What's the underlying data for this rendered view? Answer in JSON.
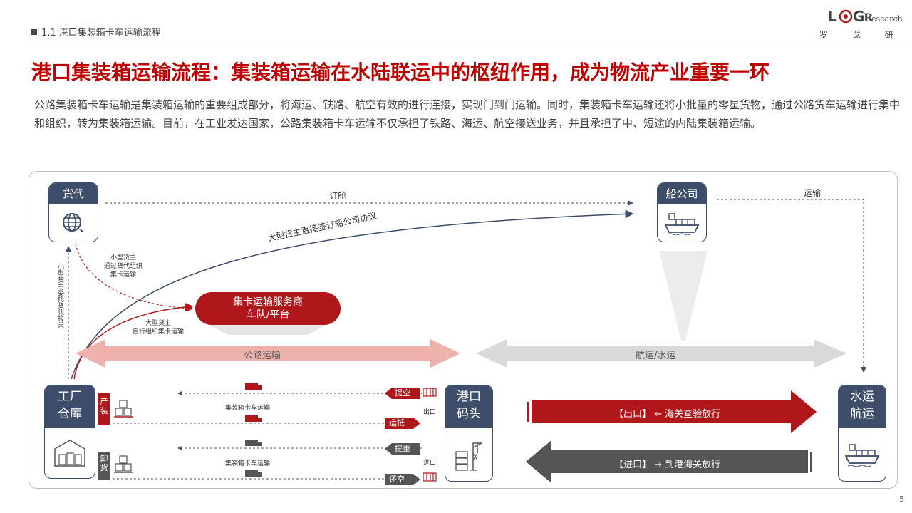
{
  "header": {
    "section": "1.1 港口集装箱卡车运输流程",
    "logo_brand": "L◎GResearch",
    "logo_cn": "罗 戈 研 究"
  },
  "title": "港口集装箱运输流程：集装箱运输在水陆联运中的枢纽作用，成为物流产业重要一环",
  "paragraph": "公路集装箱卡车运输是集装箱运输的重要组成部分，将海运、铁路、航空有效的进行连接，实现门到门运输。同时，集装箱卡车运输还将小批量的零星货物，通过公路货车运输进行集中和组织，转为集装箱运输。目前，在工业发达国家，公路集装箱卡车运输不仅承担了铁路、海运、航空接送业务，并且承担了中、短途的内陆集装箱运输。",
  "diagram": {
    "nodes": {
      "forwarder": "货代",
      "shipping_company": "船公司",
      "factory_line1": "工厂",
      "factory_line2": "仓库",
      "port_line1": "港口",
      "port_line2": "码头",
      "water_line1": "水运",
      "water_line2": "航运"
    },
    "service_provider_line1": "集卡运输服务商",
    "service_provider_line2": "车队/平台",
    "labels": {
      "booking": "订舱",
      "transport": "运输",
      "big_shipper_direct": "大型货主直接签订船公司协议",
      "small_shipper": "小型货主\n通过货代组织\n集卡运输",
      "small_shipper_customs": "小型货主委托货代报关",
      "big_shipper_self": "大型货主\n自行组织集卡运输",
      "road_transport": "公路运输",
      "sea_water_transport": "航运/水运",
      "truck_transport_1": "集装箱卡车运输",
      "truck_transport_2": "集装箱卡车运输",
      "export_side": "出口",
      "import_side": "进口",
      "packing": "产\n装",
      "unloading": "卸\n货"
    },
    "tags": {
      "pickup_empty": "提空",
      "deliver": "运抵",
      "pickup_full": "提重",
      "return_empty": "还空"
    },
    "export_flow": "【出口】 ← 海关查验放行",
    "import_flow": "【进口】 → 到港海关放行"
  },
  "page_number": "5",
  "colors": {
    "brand_red": "#b0171b",
    "title_red": "#c00000",
    "node_navy": "#3e4d6a",
    "road_pink": "#eeb1ab",
    "sea_gray": "#d9d9d9",
    "dark_gray": "#555555"
  },
  "icons": [
    "globe-icon",
    "ship-icon",
    "warehouse-icon",
    "crane-icon",
    "truck-icon",
    "container-icon",
    "boxes-icon"
  ]
}
